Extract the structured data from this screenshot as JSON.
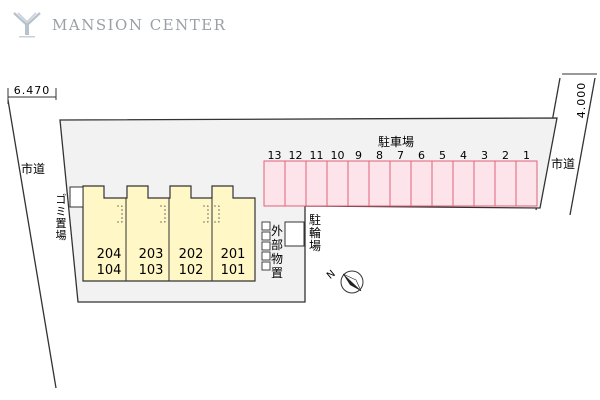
{
  "brand": {
    "name": "MANSION CENTER",
    "accent": "#b8c2cc"
  },
  "colors": {
    "lot_fill": "#f2f2f2",
    "building_fill": "#fff7c6",
    "parking_fill": "#fde4ea",
    "parking_stroke": "#e0607a",
    "line": "#333333"
  },
  "roads": {
    "left": "市道",
    "right": "市道"
  },
  "dimensions": {
    "left_width": "6.470",
    "right_width": "4.000"
  },
  "parking": {
    "label": "駐車場",
    "spaces": [
      "13",
      "12",
      "11",
      "10",
      "9",
      "8",
      "7",
      "6",
      "5",
      "4",
      "3",
      "2",
      "1"
    ]
  },
  "garbage": {
    "label": "ゴミ置場"
  },
  "outdoor_storage": {
    "label": "外部物置"
  },
  "bicycle_parking": {
    "label": "駐輪場"
  },
  "compass": {
    "label": "N",
    "icon": "north-arrow-icon"
  },
  "units": [
    {
      "upper": "204",
      "lower": "104"
    },
    {
      "upper": "203",
      "lower": "103"
    },
    {
      "upper": "202",
      "lower": "102"
    },
    {
      "upper": "201",
      "lower": "101"
    }
  ]
}
